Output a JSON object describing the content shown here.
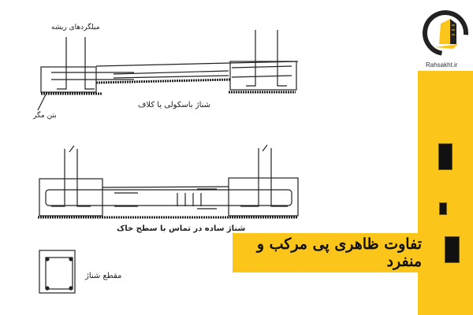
{
  "logo": {
    "text": "Rahsakht.ir",
    "icon": "building-circle-logo-icon"
  },
  "banner": {
    "title": "تفاوت ظاهری پی مرکب و منفرد"
  },
  "diagram": {
    "top": {
      "caption": "شناژ باسکولی یا کلاف",
      "label_rebars": "میلگردهای ریشه",
      "label_lean_concrete": "بتن مگر"
    },
    "middle": {
      "caption": "شناژ ساده در تماس با سطح خاک"
    },
    "section": {
      "caption": "مقطع شناژ"
    }
  },
  "colors": {
    "accent": "#fcc51a",
    "ink": "#111111"
  }
}
